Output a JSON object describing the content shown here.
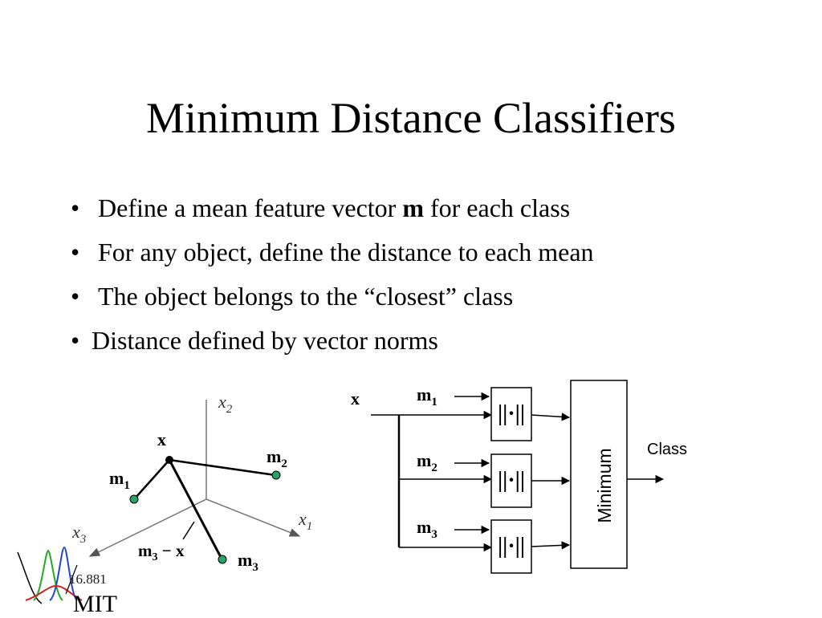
{
  "slide": {
    "title": "Minimum Distance Classifiers",
    "bullets": [
      {
        "pre": "Define a mean feature vector ",
        "bold": "m",
        "post": " for each class"
      },
      {
        "pre": "For any object, define the distance to each mean",
        "bold": "",
        "post": ""
      },
      {
        "pre": "The object belongs to the “closest” class",
        "bold": "",
        "post": ""
      },
      {
        "pre": "Distance defined by vector norms",
        "bold": "",
        "post": ""
      }
    ],
    "bullet_glyph": "•"
  },
  "left_diagram": {
    "axes": {
      "x1": "x",
      "x1_sub": "1",
      "x2": "x",
      "x2_sub": "2",
      "x3": "x",
      "x3_sub": "3"
    },
    "point_label": "x",
    "means": [
      {
        "label": "m",
        "sub": "1"
      },
      {
        "label": "m",
        "sub": "2"
      },
      {
        "label": "m",
        "sub": "3"
      }
    ],
    "difference_label": "m",
    "difference_sub": "3",
    "difference_rest": " − x",
    "mean_color": "#2aa36b"
  },
  "right_diagram": {
    "input_label": "x",
    "means": [
      {
        "label": "m",
        "sub": "1"
      },
      {
        "label": "m",
        "sub": "2"
      },
      {
        "label": "m",
        "sub": "3"
      }
    ],
    "norm_symbol": "||·||",
    "minimum_label": "Minimum",
    "output_label": "Class"
  },
  "footer": {
    "course": "16.881",
    "institution": "MIT"
  }
}
